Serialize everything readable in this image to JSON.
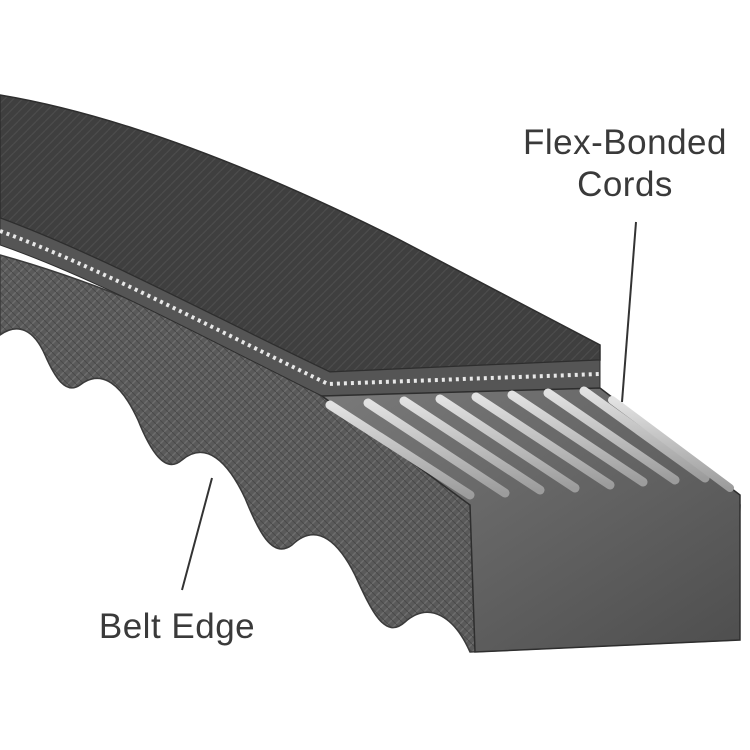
{
  "labels": {
    "cords_line1": "Flex-Bonded",
    "cords_line2": "Cords",
    "belt_edge": "Belt Edge"
  },
  "colors": {
    "background": "#ffffff",
    "belt_top": "#3c3c3c",
    "belt_side": "#5b5b5b",
    "belt_end": "#6a6a6a",
    "cords": "#c9c9c9",
    "text": "#3a3a3a"
  }
}
